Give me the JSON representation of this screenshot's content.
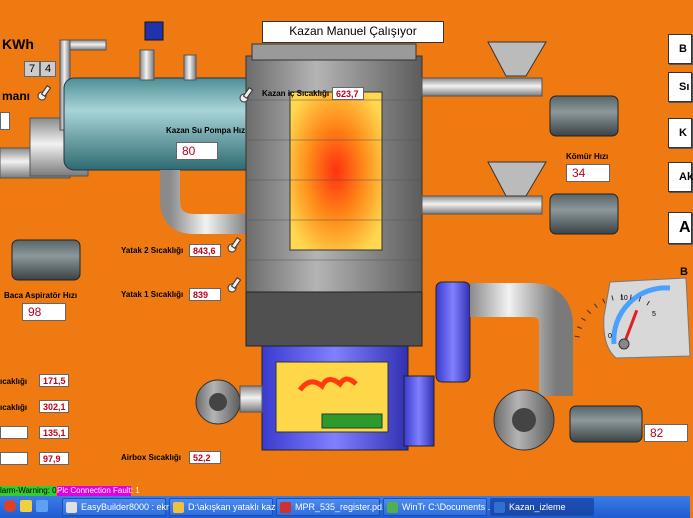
{
  "title": "Kazan Manuel Çalışıyor",
  "left_fragments": {
    "unit": "KWh",
    "counter_a": "7",
    "counter_b": "4",
    "label_cut": "manı"
  },
  "sensors": {
    "kazan_ic": {
      "label": "Kazan iç Sıcaklığı",
      "value": "623,7"
    },
    "kazan_su_pompa": {
      "label": "Kazan Su Pompa Hız",
      "value": "80"
    },
    "komur_hizi": {
      "label": "Kömür Hızı",
      "value": "34"
    },
    "yatak2": {
      "label": "Yatak 2 Sıcaklığı",
      "value": "843,6"
    },
    "yatak1": {
      "label": "Yatak 1 Sıcaklığı",
      "value": "839"
    },
    "baca_aspirator": {
      "label": "Baca Aspiratör Hızı",
      "value": "98"
    },
    "airbox": {
      "label": "Airbox Sıcaklığı",
      "value": "52,2"
    },
    "fan_speed": {
      "value": "82"
    }
  },
  "left_rows": [
    {
      "label": "ıcaklığı",
      "value": "171,5"
    },
    {
      "label": "ıcaklığı",
      "value": "302,1"
    },
    {
      "label": "",
      "value": "135,1"
    },
    {
      "label": "",
      "value": "97,9"
    }
  ],
  "right_buttons": [
    "B",
    "Sı",
    "K",
    "Ak",
    "A"
  ],
  "right_label_b": "B",
  "gauge": {
    "min": "0",
    "mid": "5",
    "max": "10",
    "level": 0.45
  },
  "status": {
    "alarm": "larm-Warning: 0",
    "fault": "Plc Connection Fault: 1"
  },
  "taskbar": [
    {
      "label": "EasyBuilder8000 : ekr...",
      "color": "#e0e0e0"
    },
    {
      "label": "D:\\akışkan yataklı kaz...",
      "color": "#f0c040"
    },
    {
      "label": "MPR_535_register.pd...",
      "color": "#d03030"
    },
    {
      "label": "WinTr C:\\Documents ...",
      "color": "#50b050"
    },
    {
      "label": "Kazan_izleme",
      "color": "#3070d0"
    }
  ],
  "colors": {
    "background": "#f07a12",
    "value_text": "#c0001a",
    "fault_bg": "#e000e0",
    "alarm_bg": "#33cc33"
  }
}
